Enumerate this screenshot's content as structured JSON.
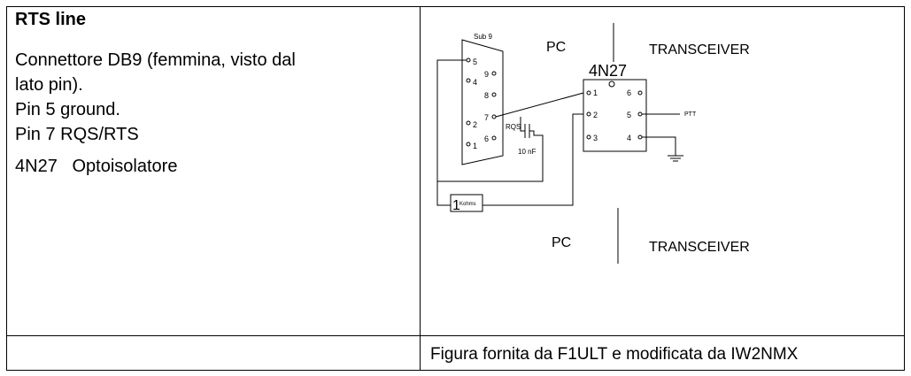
{
  "left_panel": {
    "title": "RTS line",
    "lines": [
      "Connettore DB9 (femmina, visto dal",
      "lato pin).",
      "Pin 5 ground.",
      "Pin 7 RQS/RTS"
    ],
    "component_line": "4N27   Optoisolatore"
  },
  "diagram": {
    "connector_label": "Sub 9",
    "pins_left": [
      "5",
      "4",
      "2",
      "1"
    ],
    "pin_7": "7",
    "pins_right": [
      "9",
      "8",
      "6"
    ],
    "rqs_label": "RQS",
    "cap_label": "10 nF",
    "resistor_label": "1",
    "resistor_unit": "Kohms",
    "pc_top": "PC",
    "pc_bottom": "PC",
    "transceiver_top": "TRANSCEIVER",
    "transceiver_bottom": "TRANSCEIVER",
    "ic_label": "4N27",
    "ic_pins_left": [
      "1",
      "2",
      "3"
    ],
    "ic_pins_right": [
      "6",
      "5",
      "4"
    ],
    "ptt_label": "PTT"
  },
  "caption": "Figura fornita da F1ULT e modificata da IW2NMX"
}
